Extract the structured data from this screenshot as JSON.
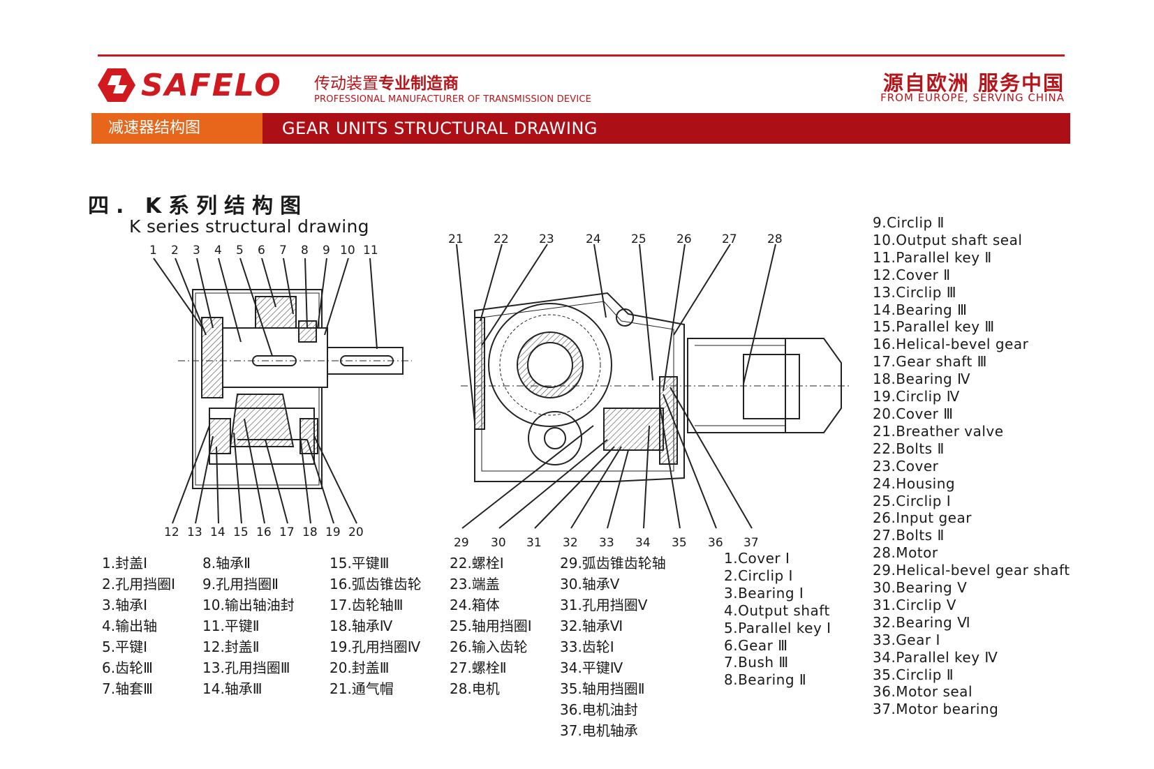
{
  "header": {
    "brand": "SAFELO",
    "tagline_zh_a": "传动装置",
    "tagline_zh_b": "专业制造商",
    "tagline_en": "PROFESSIONAL MANUFACTURER OF TRANSMISSION DEVICE",
    "slogan_zh": "源自欧洲 服务中国",
    "slogan_en": "FROM EUROPE, SERVING CHINA",
    "accent_color": "#ac0f16",
    "orange_color": "#e8661c"
  },
  "band": {
    "left_label": "减速器结构图",
    "right_label": "GEAR UNITS STRUCTURAL DRAWING"
  },
  "section": {
    "title_zh": "四. K系列结构图",
    "title_en": "K series structural drawing"
  },
  "callouts": {
    "left_top": [
      "1",
      "2",
      "3",
      "4",
      "5",
      "6",
      "7",
      "8",
      "9",
      "10",
      "11"
    ],
    "left_bottom": [
      "12",
      "13",
      "14",
      "15",
      "16",
      "17",
      "18",
      "19",
      "20"
    ],
    "right_top": [
      "21",
      "22",
      "23",
      "24",
      "25",
      "26",
      "27",
      "28"
    ],
    "right_bottom": [
      "29",
      "30",
      "31",
      "32",
      "33",
      "34",
      "35",
      "36",
      "37"
    ]
  },
  "parts_zh": {
    "col1": [
      "1.封盖Ⅰ",
      "2.孔用挡圈Ⅰ",
      "3.轴承Ⅰ",
      "4.输出轴",
      "5.平键Ⅰ",
      "6.齿轮Ⅲ",
      "7.轴套Ⅲ"
    ],
    "col2": [
      "8.轴承Ⅱ",
      "9.孔用挡圈Ⅱ",
      "10.输出轴油封",
      "11.平键Ⅱ",
      "12.封盖Ⅱ",
      "13.孔用挡圈Ⅲ",
      "14.轴承Ⅲ"
    ],
    "col3": [
      "15.平键Ⅲ",
      "16.弧齿锥齿轮",
      "17.齿轮轴Ⅲ",
      "18.轴承Ⅳ",
      "19.孔用挡圈Ⅳ",
      "20.封盖Ⅲ",
      "21.通气帽"
    ],
    "col4": [
      "22.螺栓Ⅰ",
      "23.端盖",
      "24.箱体",
      "25.轴用挡圈Ⅰ",
      "26.输入齿轮",
      "27.螺栓Ⅱ",
      "28.电机"
    ],
    "col5": [
      "29.弧齿锥齿轮轴",
      "30.轴承Ⅴ",
      "31.孔用挡圈Ⅴ",
      "32.轴承Ⅵ",
      "33.齿轮Ⅰ",
      "34.平键Ⅳ",
      "35.轴用挡圈Ⅱ",
      "36.电机油封",
      "37.电机轴承"
    ]
  },
  "parts_en": {
    "mid": [
      "1.Cover Ⅰ",
      "2.Circlip Ⅰ",
      "3.Bearing Ⅰ",
      "4.Output shaft",
      "5.Parallel key Ⅰ",
      "6.Gear Ⅲ",
      "7.Bush Ⅲ",
      "8.Bearing Ⅱ"
    ],
    "right": [
      "9.Circlip Ⅱ",
      "10.Output shaft seal",
      "11.Parallel key Ⅱ",
      "12.Cover Ⅱ",
      "13.Circlip Ⅲ",
      "14.Bearing Ⅲ",
      "15.Parallel key Ⅲ",
      "16.Helical-bevel gear",
      "17.Gear shaft Ⅲ",
      "18.Bearing Ⅳ",
      "19.Circlip Ⅳ",
      "20.Cover Ⅲ",
      "21.Breather valve",
      "22.Bolts Ⅱ",
      "23.Cover",
      "24.Housing",
      "25.Circlip Ⅰ",
      "26.Input gear",
      "27.Bolts Ⅱ",
      "28.Motor",
      "29.Helical-bevel gear shaft",
      "30.Bearing Ⅴ",
      "31.Circlip Ⅴ",
      "32.Bearing Ⅵ",
      "33.Gear Ⅰ",
      "34.Parallel key Ⅳ",
      "35.Circlip Ⅱ",
      "36.Motor seal",
      "37.Motor bearing"
    ]
  }
}
